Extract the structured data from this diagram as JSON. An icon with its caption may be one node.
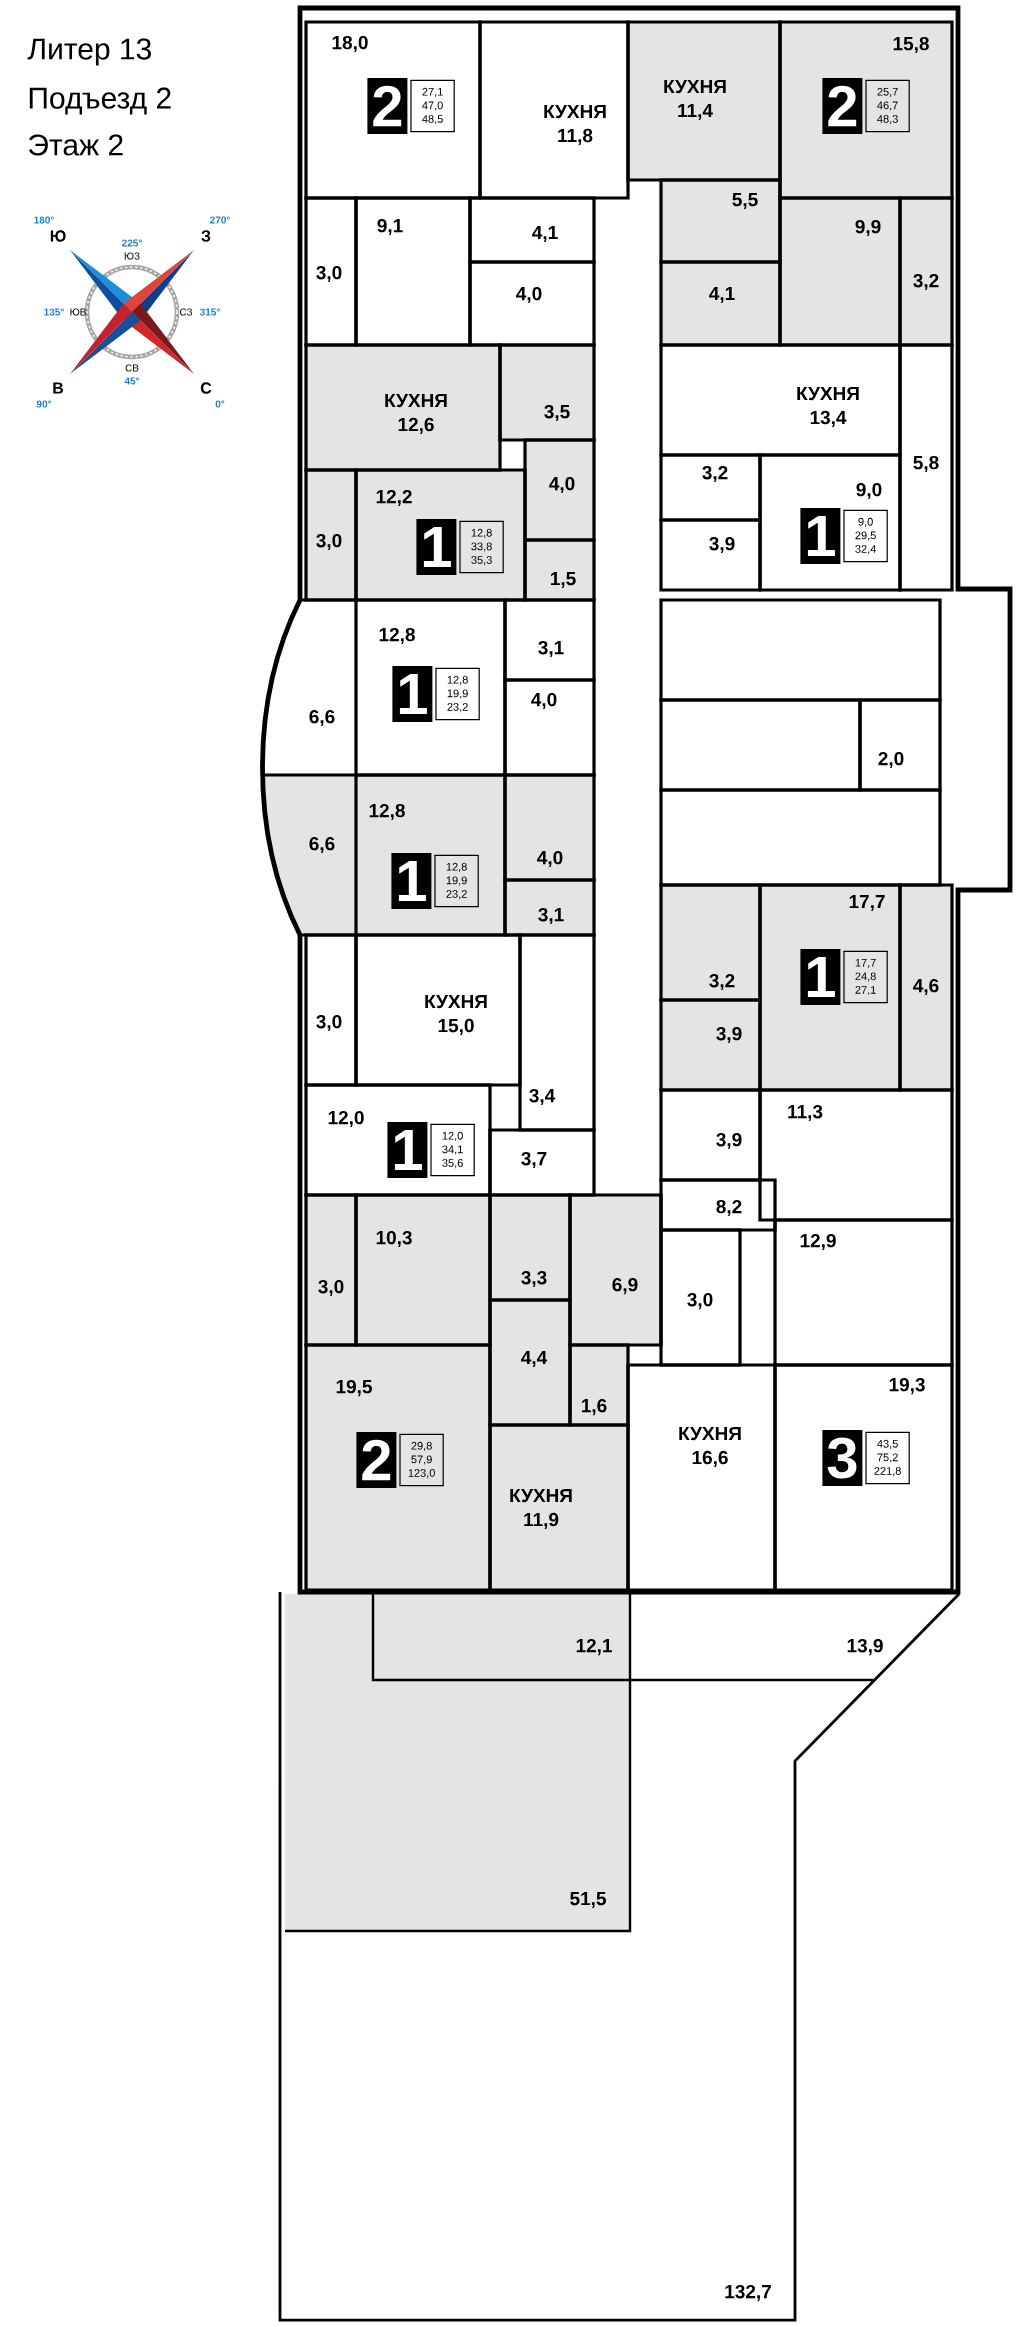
{
  "diagram": {
    "nodes": [
      {
        "text": [
          "2",
          "27,1 47,0 48,5"
        ]
      },
      {
        "text": [
          "2",
          "25,7 46,7 48,3"
        ]
      },
      {
        "text": [
          "1",
          "9,0 29,5 32,4"
        ]
      },
      {
        "text": [
          "1",
          "12,8 33,8 35,3"
        ]
      },
      {
        "text": [
          "1",
          "12,8 19,9 23,2"
        ]
      },
      {
        "text": [
          "1",
          "12,8 19,9 23,2"
        ]
      },
      {
        "text": [
          "1",
          "17,7 24,8 27,1"
        ]
      },
      {
        "text": [
          "1",
          "12,0 34,1 35,6"
        ]
      },
      {
        "text": [
          "3",
          "43,5 75,2 221,8"
        ]
      },
      {
        "text": [
          "2",
          "29,8 57,9 123,0"
        ]
      }
    ],
    "labels": [
      "Литер 13",
      "Подъезд 2",
      "Этаж 2",
      "Ю",
      "180°",
      "ЮЗ",
      "225°",
      "З",
      "270°",
      "ЮВ",
      "135°",
      "СЗ",
      "315°",
      "В",
      "90°",
      "СВ",
      "45°",
      "С",
      "0°",
      "18,0",
      "15,8",
      "КУХНЯ 11,4",
      "КУХНЯ 11,8",
      "5,5",
      "9,1",
      "9,9",
      "4,1",
      "3,0",
      "3,2",
      "4,0",
      "4,1",
      "КУХНЯ 13,4",
      "КУХНЯ 12,6",
      "3,5",
      "5,8",
      "3,2",
      "4,0",
      "9,0",
      "12,2",
      "3,0",
      "3,9",
      "1,5",
      "12,8",
      "3,1",
      "4,0",
      "6,6",
      "2,0",
      "12,8",
      "6,6",
      "4,0",
      "17,7",
      "3,1",
      "3,2",
      "4,6",
      "КУХНЯ 15,0",
      "3,0",
      "3,9",
      "3,4",
      "11,3",
      "12,0",
      "3,9",
      "3,7",
      "8,2",
      "10,3",
      "12,9",
      "3,3",
      "6,9",
      "3,0",
      "3,0",
      "4,4",
      "19,3",
      "19,5",
      "1,6",
      "КУХНЯ 16,6",
      "КУХНЯ 11,9",
      "12,1",
      "13,9",
      "51,5",
      "132,7"
    ]
  }
}
